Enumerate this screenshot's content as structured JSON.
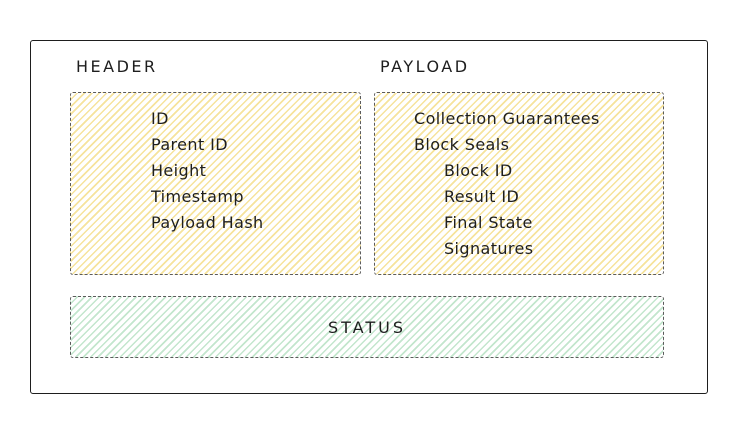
{
  "diagram": {
    "header": {
      "title": "HEADER",
      "fields": [
        "ID",
        "Parent ID",
        "Height",
        "Timestamp",
        "Payload Hash"
      ]
    },
    "payload": {
      "title": "PAYLOAD",
      "items": [
        {
          "label": "Collection Guarantees",
          "indent": 0
        },
        {
          "label": "Block Seals",
          "indent": 0
        },
        {
          "label": "Block ID",
          "indent": 1
        },
        {
          "label": "Result ID",
          "indent": 1
        },
        {
          "label": "Final State",
          "indent": 1
        },
        {
          "label": "Signatures",
          "indent": 1
        }
      ]
    },
    "status": {
      "title": "STATUS"
    },
    "colors": {
      "field_box_hatch": "#f6e39c",
      "status_box_hatch": "#c3e6cd",
      "outline_stroke": "#1e1e1e",
      "dashed_stroke": "#5b5b5b",
      "text": "#1e1e1e"
    }
  }
}
